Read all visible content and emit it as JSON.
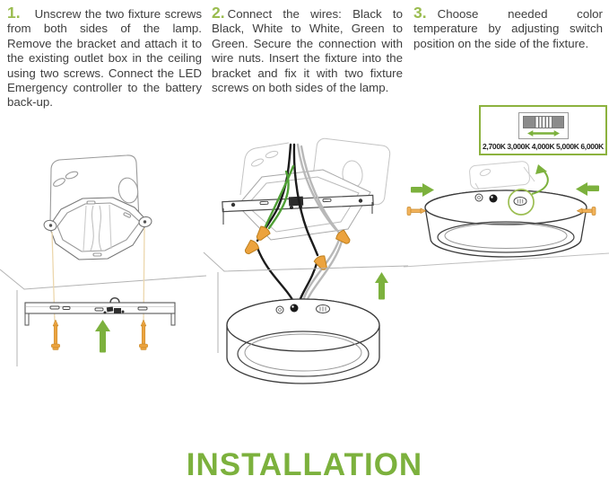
{
  "page": {
    "title": "INSTALLATION"
  },
  "colors": {
    "accent_green": "#7cb13d",
    "number_green": "#9abc4f",
    "wire_green": "#4f9f35",
    "screw_orange": "#eca33e",
    "pale_orange": "#ecd7ad",
    "border_green": "#8cb23e",
    "text_color": "#3e3e3e"
  },
  "steps": [
    {
      "number": "1.",
      "text": "Unscrew the two fixture screws from both sides of the lamp. Remove the bracket and attach it to the existing outlet box in the ceiling using two screws. Connect the LED Emergency controller to the battery back-up."
    },
    {
      "number": "2.",
      "text": "Connect the wires: Black to Black, White to White, Green to Green. Secure the connection with wire nuts. Insert the fixture into the bracket and fix it with two fixture screws on both sides of the lamp."
    },
    {
      "number": "3.",
      "text": "Choose needed color temperature by adjusting switch position on the side of the fixture."
    }
  ],
  "color_temperature": {
    "options": [
      "2,700K",
      "3,000K",
      "4,000K",
      "5,000K",
      "6,000K"
    ]
  },
  "illustrations": {
    "step1": "outlet box, mounting bracket and two screws",
    "step2": "wire connections with wire nuts above round fixture",
    "step3": "mounted fixture with highlighted color-temperature switch"
  }
}
